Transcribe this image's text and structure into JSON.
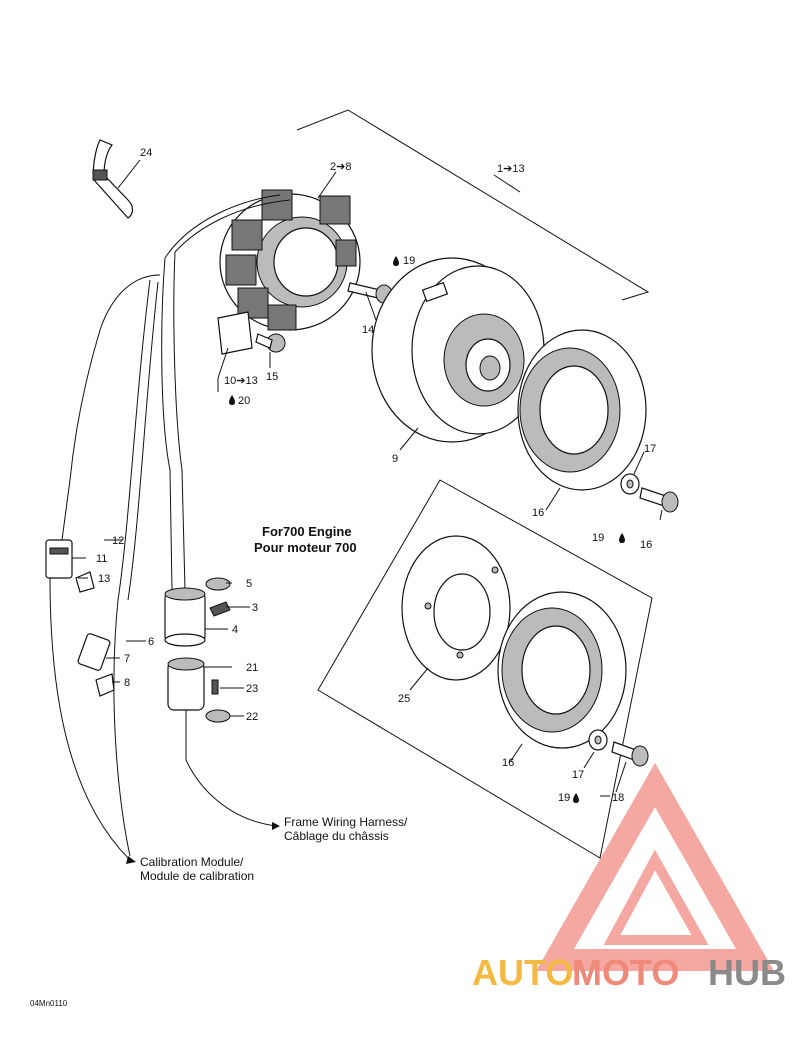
{
  "callouts": {
    "c24": "24",
    "c2_8": "2➔8",
    "c1_13": "1➔13",
    "c19a": "19",
    "c14": "14",
    "c15": "15",
    "c10_13": "10➔13",
    "c20": "20",
    "c9": "9",
    "c17a": "17",
    "c16a": "16",
    "c19b": "19",
    "c16b": "16",
    "c12": "12",
    "c11": "11",
    "c13": "13",
    "c5": "5",
    "c3": "3",
    "c4": "4",
    "c6": "6",
    "c7": "7",
    "c8": "8",
    "c21": "21",
    "c23": "23",
    "c22": "22",
    "c25": "25",
    "c16c": "16",
    "c17b": "17",
    "c19c": "19",
    "c18": "18"
  },
  "engine_note": {
    "line1": "For700 Engine",
    "line2": "Pour moteur 700"
  },
  "frame_harness": {
    "line1": "Frame Wiring Harness/",
    "line2": "Câblage du châssis"
  },
  "calibration_module": {
    "line1": "Calibration Module/",
    "line2": "Module de calibration"
  },
  "figure_code": "04Mn0110",
  "watermark": {
    "text_a": "AUTO",
    "text_b": "MOTO",
    "text_c": "HUB",
    "color_a": "#f4b942",
    "color_b": "#ef8a7a",
    "color_c": "#8a8a8a",
    "triangle_color": "#f28b82"
  },
  "icons": {
    "loctite": "drop-icon"
  }
}
